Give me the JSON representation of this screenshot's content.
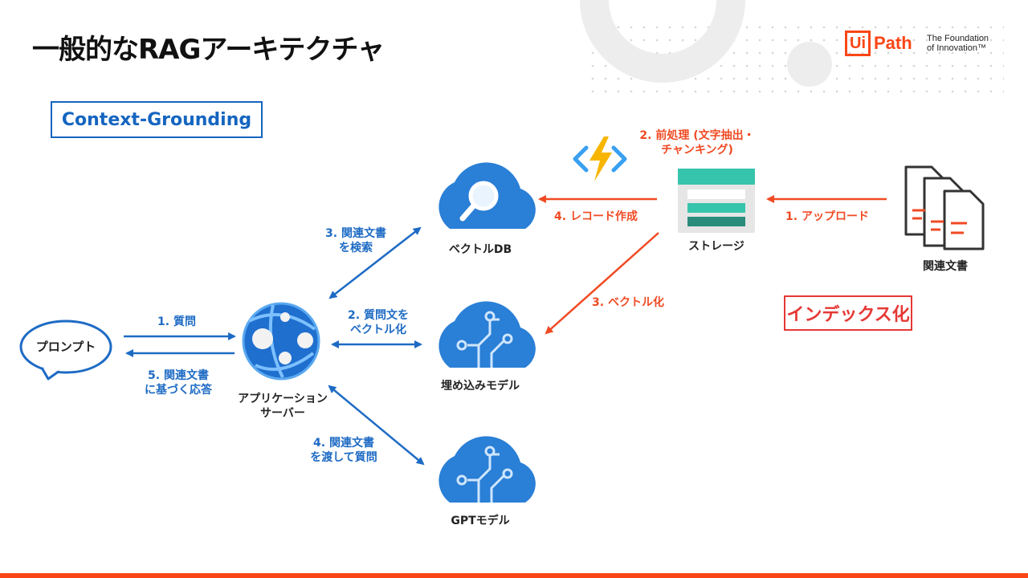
{
  "title": "一般的なRAGアーキテクチャ",
  "logo": {
    "mark": "Ui",
    "name": "Path",
    "tagline_line1": "The Foundation",
    "tagline_line2": "of Innovation™"
  },
  "tags": {
    "context": "Context-Grounding",
    "index": "インデックス化"
  },
  "nodes": {
    "prompt": "プロンプト",
    "app_line1": "アプリケーション",
    "app_line2": "サーバー",
    "vector_db": "ベクトルDB",
    "embedding": "埋め込みモデル",
    "gpt": "GPTモデル",
    "storage": "ストレージ",
    "docs": "関連文書"
  },
  "edges": {
    "e1_question": "1. 質問",
    "e5_line1": "5. 関連文書",
    "e5_line2": "に基づく応答",
    "e3_line1": "3. 関連文書",
    "e3_line2": "を検索",
    "e2_line1": "2. 質問文を",
    "e2_line2": "ベクトル化",
    "e4_line1": "4. 関連文書",
    "e4_line2": "を渡して質問",
    "r1_upload": "1. アップロード",
    "r2_line1": "2. 前処理 (文字抽出・",
    "r2_line2": "チャンキング)",
    "r3_vectorize": "3. ベクトル化",
    "r4_record": "4. レコード作成"
  },
  "colors": {
    "blue": "#1e6bc4",
    "red": "#f04a23",
    "accent": "#fa4616",
    "cloud": "#2a7fd6",
    "teal": "#2bb8a3"
  }
}
